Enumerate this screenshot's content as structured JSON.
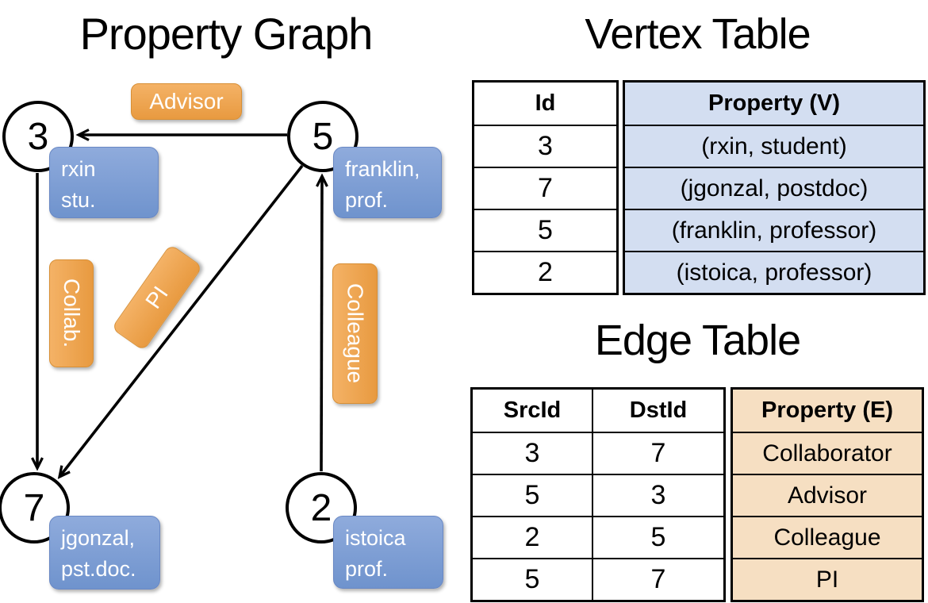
{
  "graph": {
    "title": "Property Graph",
    "nodes": [
      {
        "id": "3"
      },
      {
        "id": "5"
      },
      {
        "id": "7"
      },
      {
        "id": "2"
      }
    ],
    "vertex_labels": [
      {
        "line1": "rxin",
        "line2": "stu."
      },
      {
        "line1": "franklin,",
        "line2": "prof."
      },
      {
        "line1": "jgonzal,",
        "line2": "pst.doc."
      },
      {
        "line1": "istoica",
        "line2": "prof."
      }
    ],
    "edge_labels": [
      {
        "text": "Advisor"
      },
      {
        "text": "Collab."
      },
      {
        "text": "PI"
      },
      {
        "text": "Colleague"
      }
    ]
  },
  "vertex_table": {
    "title": "Vertex Table",
    "headers": {
      "id": "Id",
      "property": "Property (V)"
    },
    "rows": [
      {
        "id": "3",
        "property": "(rxin, student)"
      },
      {
        "id": "7",
        "property": "(jgonzal, postdoc)"
      },
      {
        "id": "5",
        "property": "(franklin, professor)"
      },
      {
        "id": "2",
        "property": "(istoica, professor)"
      }
    ]
  },
  "edge_table": {
    "title": "Edge Table",
    "headers": {
      "src": "SrcId",
      "dst": "DstId",
      "property": "Property (E)"
    },
    "rows": [
      {
        "src": "3",
        "dst": "7",
        "property": "Collaborator"
      },
      {
        "src": "5",
        "dst": "3",
        "property": "Advisor"
      },
      {
        "src": "2",
        "dst": "5",
        "property": "Colleague"
      },
      {
        "src": "5",
        "dst": "7",
        "property": "PI"
      }
    ]
  },
  "colors": {
    "orange_top": "#f4b266",
    "orange_bottom": "#e89a40",
    "orange_border": "#d88f35",
    "blue_top": "#8fabdc",
    "blue_bottom": "#6f93cd",
    "blue_border": "#6988c4",
    "vertex_cell_bg": "#d3def1",
    "edge_cell_bg": "#f6dfc2",
    "edge_line": "#000000"
  }
}
